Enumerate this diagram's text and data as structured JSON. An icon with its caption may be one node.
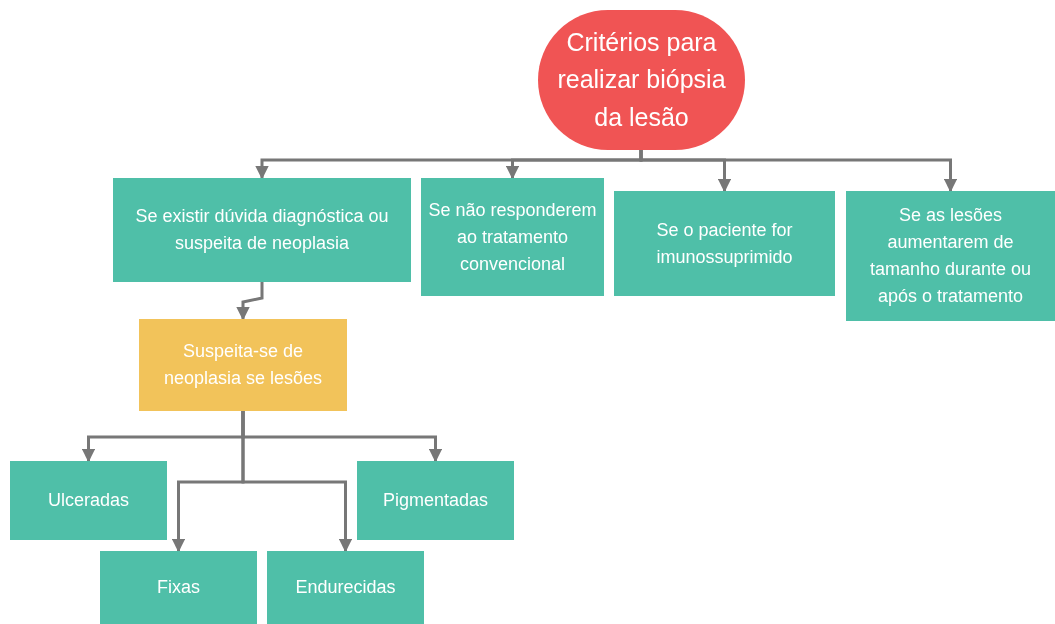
{
  "diagram": {
    "nodes": [
      {
        "text": [
          "Critérios para realizar biópsia da lesão"
        ]
      },
      {
        "text": [
          "Se existir dúvida diagnóstica ou suspeita de neoplasia"
        ]
      },
      {
        "text": [
          "Se não responderem ao tratamento convencional"
        ]
      },
      {
        "text": [
          "Se o paciente for imunossuprimido"
        ]
      },
      {
        "text": [
          "Se as lesões aumentarem de tamanho durante ou após o tratamento"
        ]
      },
      {
        "text": [
          "Suspeita-se de neoplasia se lesões"
        ]
      },
      {
        "text": [
          "Ulceradas"
        ]
      },
      {
        "text": [
          "Pigmentadas"
        ]
      },
      {
        "text": [
          "Fixas"
        ]
      },
      {
        "text": [
          "Endurecidas"
        ]
      }
    ],
    "edges": [
      {
        "from": 0,
        "to": 1,
        "arrow": "to"
      },
      {
        "from": 0,
        "to": 2,
        "arrow": "to"
      },
      {
        "from": 0,
        "to": 3,
        "arrow": "to"
      },
      {
        "from": 0,
        "to": 4,
        "arrow": "to"
      },
      {
        "from": 1,
        "to": 5,
        "arrow": "to"
      },
      {
        "from": 5,
        "to": 6,
        "arrow": "to"
      },
      {
        "from": 5,
        "to": 7,
        "arrow": "to"
      },
      {
        "from": 5,
        "to": 8,
        "arrow": "to"
      },
      {
        "from": 5,
        "to": 9,
        "arrow": "to"
      }
    ]
  }
}
